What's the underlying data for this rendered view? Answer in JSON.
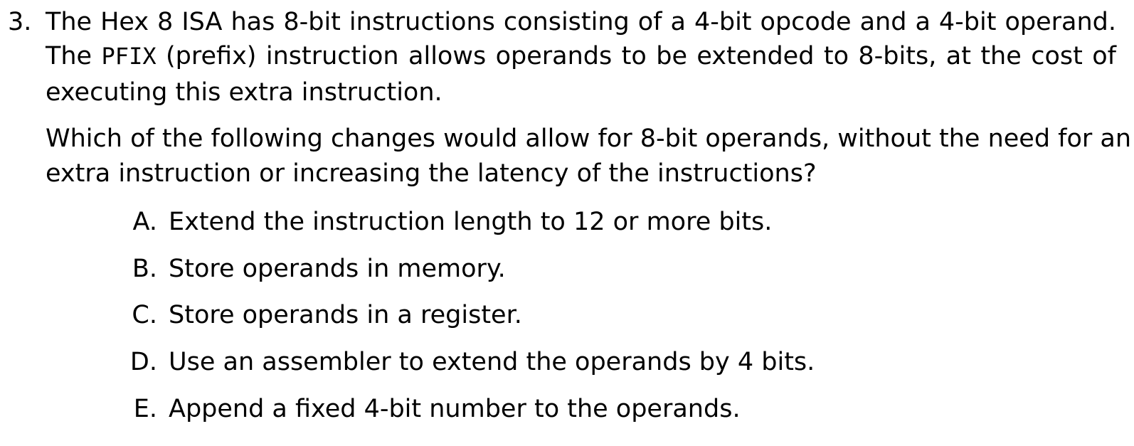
{
  "question": {
    "number": "3.",
    "para1": {
      "line1": "The Hex 8 ISA has 8-bit instructions consisting of a 4-bit opcode and a 4-bit operand.",
      "line2_code": "PFIX",
      "line2_before": "The",
      "line2_after": "(prefix) instruction allows operands to be extended to 8-bits, at the cost of",
      "line3": "executing this extra instruction."
    },
    "para2": {
      "line1": "Which of the following changes would allow for 8-bit operands, without the need for an",
      "line2": "extra instruction or increasing the latency of the instructions?"
    },
    "choices": [
      {
        "letter": "A.",
        "text": "Extend the instruction length to 12 or more bits."
      },
      {
        "letter": "B.",
        "text": "Store operands in memory."
      },
      {
        "letter": "C.",
        "text": "Store operands in a register."
      },
      {
        "letter": "D.",
        "text": "Use an assembler to extend the operands by 4 bits."
      },
      {
        "letter": "E.",
        "text": "Append a fixed 4-bit number to the operands."
      }
    ]
  }
}
